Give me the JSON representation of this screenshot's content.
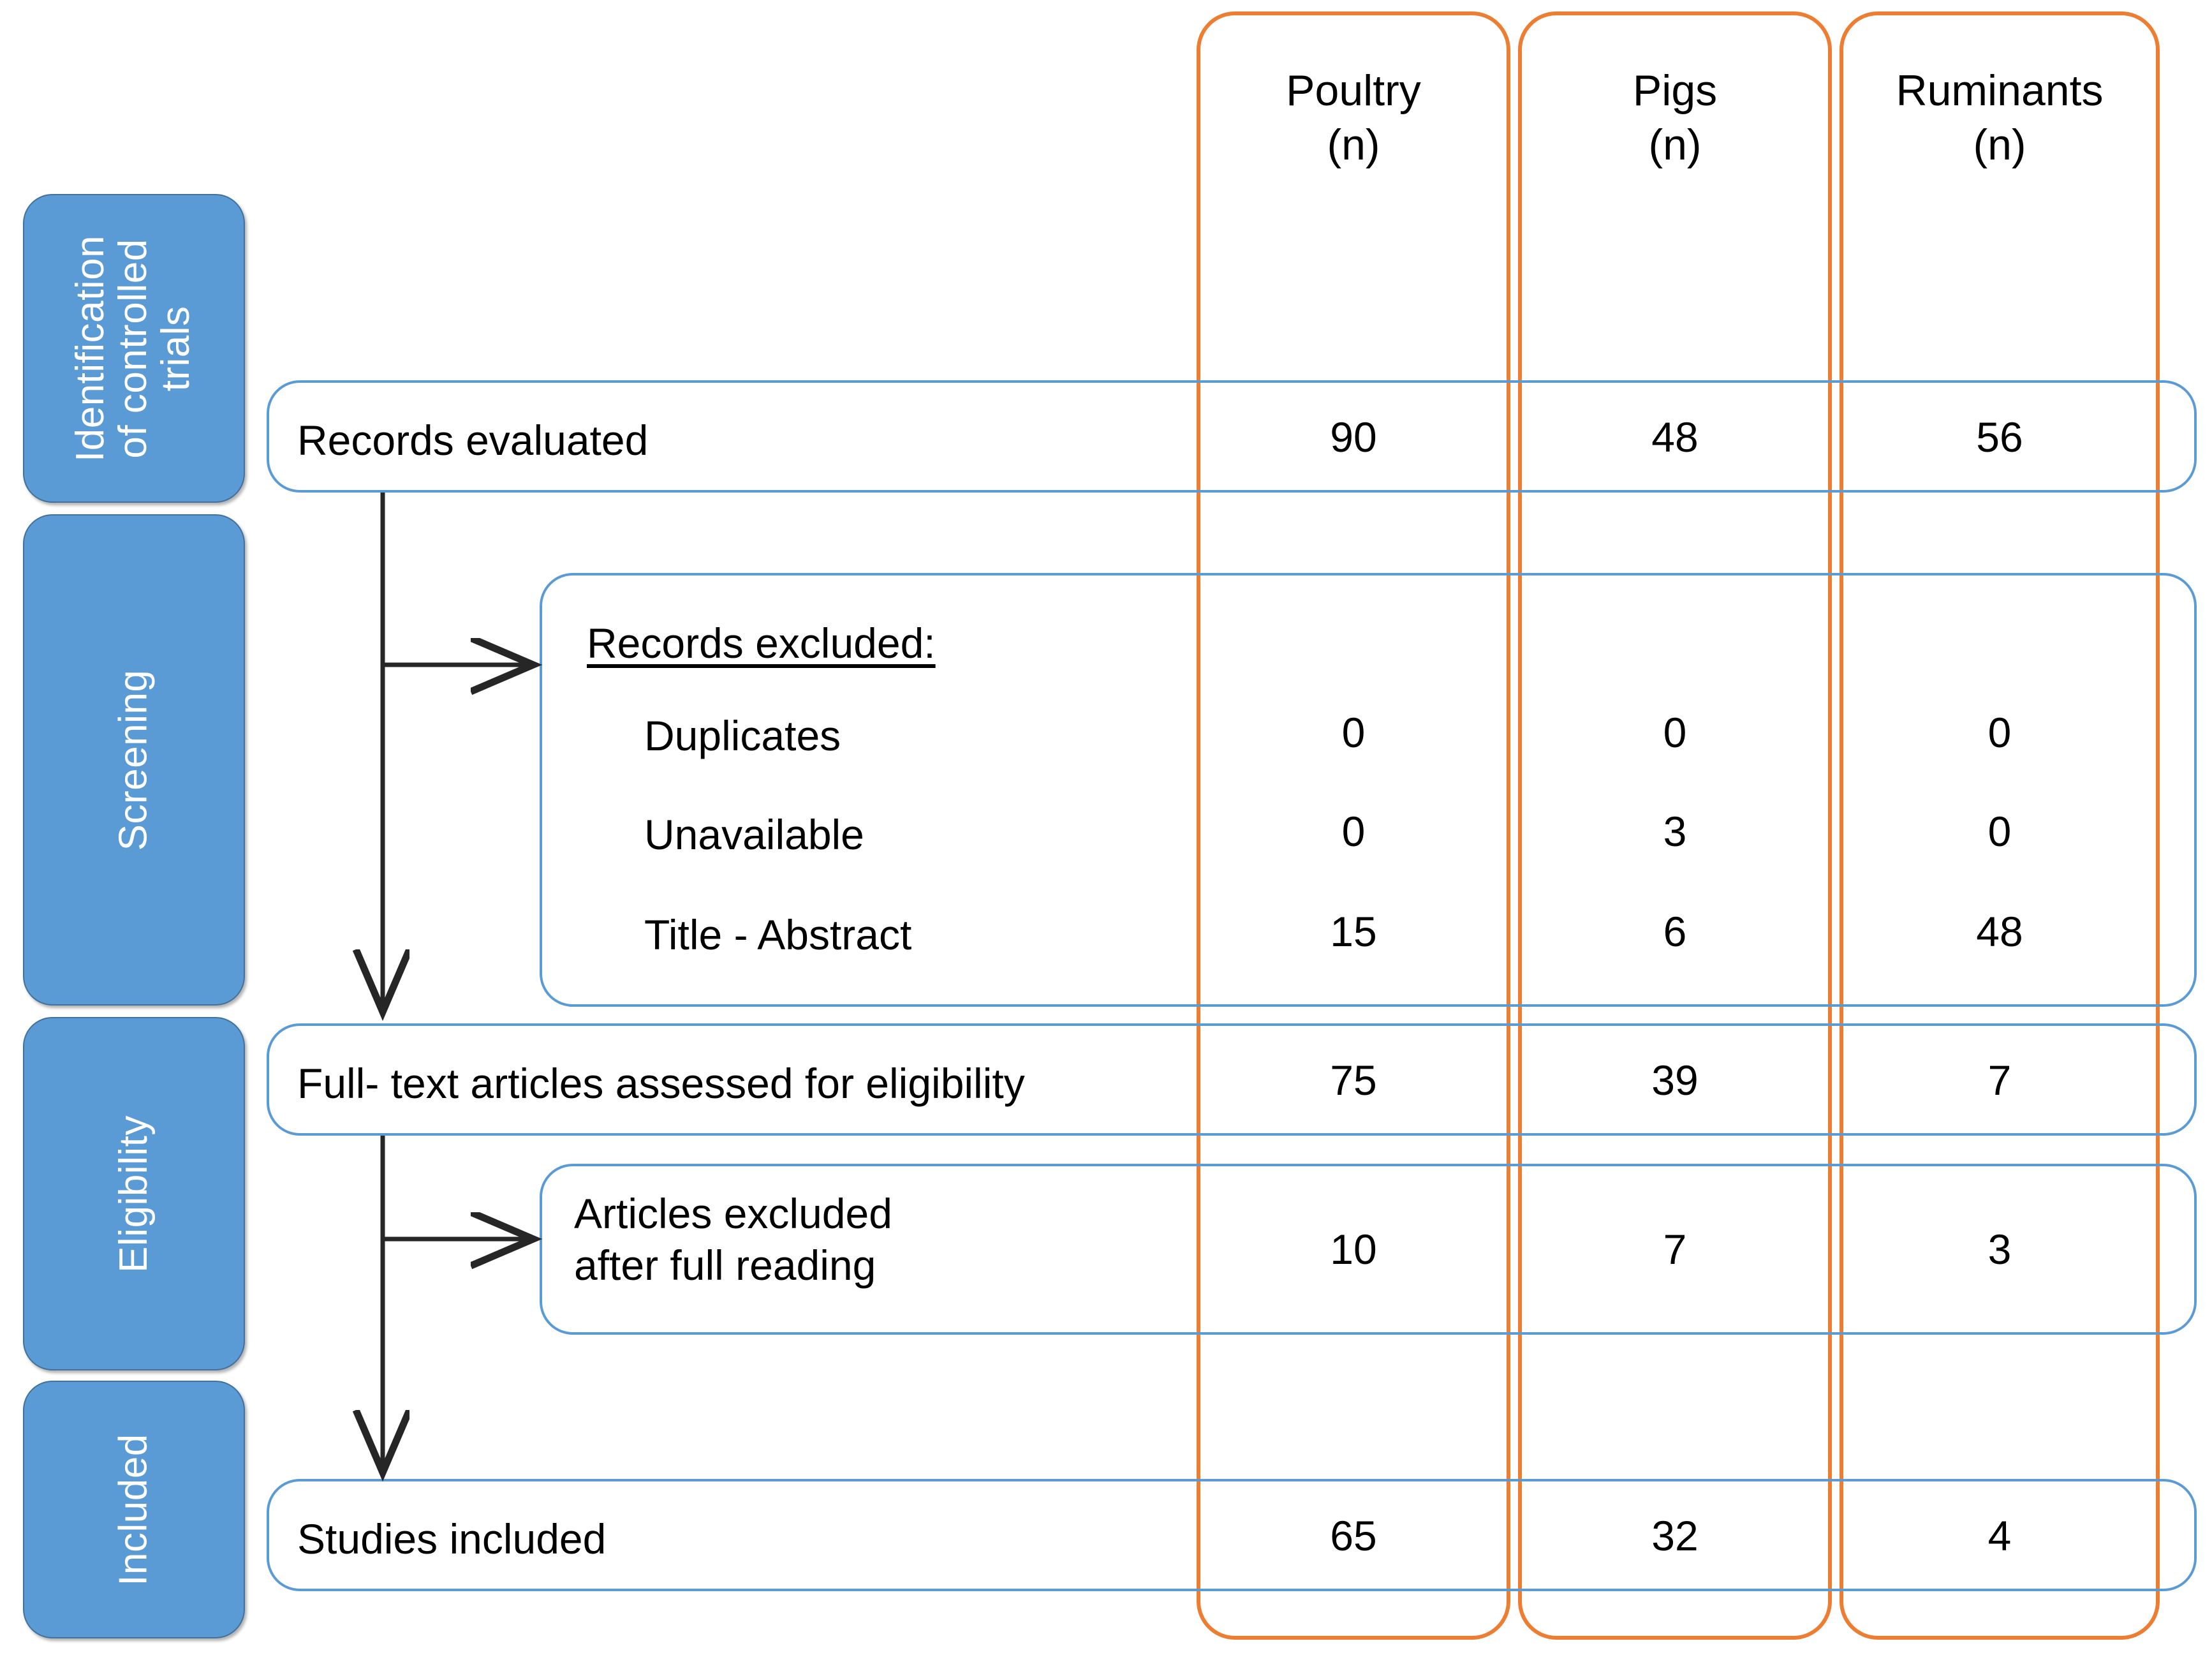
{
  "diagram": {
    "title": "PRISMA study selection flow diagram",
    "colors": {
      "phase_fill": "#5B9BD5",
      "phase_border": "#41719C",
      "column_border": "#ED7D31",
      "box_border": "#5B9BD5",
      "text": "#000000",
      "phase_text": "#FFFFFF"
    }
  },
  "phases": [
    {
      "id": "identification",
      "label": "Identification\nof controlled\ntrials"
    },
    {
      "id": "screening",
      "label": "Screening"
    },
    {
      "id": "eligibility",
      "label": "Eligibility"
    },
    {
      "id": "included",
      "label": "Included"
    }
  ],
  "columns": [
    {
      "id": "poultry",
      "name": "Poultry",
      "unit": "(n)",
      "header": "Poultry\n(n)"
    },
    {
      "id": "pigs",
      "name": "Pigs",
      "unit": "(n)",
      "header": "Pigs\n(n)"
    },
    {
      "id": "ruminants",
      "name": "Ruminants",
      "unit": "(n)",
      "header": "Ruminants\n(n)"
    }
  ],
  "rows": [
    {
      "id": "records-evaluated",
      "label": "Records evaluated",
      "values": {
        "poultry": "90",
        "pigs": "48",
        "ruminants": "56"
      }
    },
    {
      "id": "records-excluded",
      "label": "Records excluded:",
      "items": [
        {
          "id": "duplicates",
          "label": "Duplicates",
          "values": {
            "poultry": "0",
            "pigs": "0",
            "ruminants": "0"
          }
        },
        {
          "id": "unavailable",
          "label": "Unavailable",
          "values": {
            "poultry": "0",
            "pigs": "3",
            "ruminants": "0"
          }
        },
        {
          "id": "title-abstract",
          "label": "Title - Abstract",
          "values": {
            "poultry": "15",
            "pigs": "6",
            "ruminants": "48"
          }
        }
      ]
    },
    {
      "id": "fulltext-assessed",
      "label": "Full- text articles assessed for eligibility",
      "values": {
        "poultry": "75",
        "pigs": "39",
        "ruminants": "7"
      }
    },
    {
      "id": "articles-excluded",
      "label": "Articles excluded\nafter full reading",
      "values": {
        "poultry": "10",
        "pigs": "7",
        "ruminants": "3"
      }
    },
    {
      "id": "studies-included",
      "label": "Studies included",
      "values": {
        "poultry": "65",
        "pigs": "32",
        "ruminants": "4"
      }
    }
  ],
  "chart_data": {
    "type": "table",
    "title": "PRISMA study selection flow",
    "categories": [
      "Poultry (n)",
      "Pigs (n)",
      "Ruminants (n)"
    ],
    "stages": [
      {
        "stage": "Records evaluated",
        "values": [
          90,
          48,
          56
        ]
      },
      {
        "stage": "Records excluded: Duplicates",
        "values": [
          0,
          0,
          0
        ]
      },
      {
        "stage": "Records excluded: Unavailable",
        "values": [
          0,
          3,
          0
        ]
      },
      {
        "stage": "Records excluded: Title - Abstract",
        "values": [
          15,
          6,
          48
        ]
      },
      {
        "stage": "Full- text articles assessed for eligibility",
        "values": [
          75,
          39,
          7
        ]
      },
      {
        "stage": "Articles excluded after full reading",
        "values": [
          10,
          7,
          3
        ]
      },
      {
        "stage": "Studies included",
        "values": [
          65,
          32,
          4
        ]
      }
    ]
  }
}
